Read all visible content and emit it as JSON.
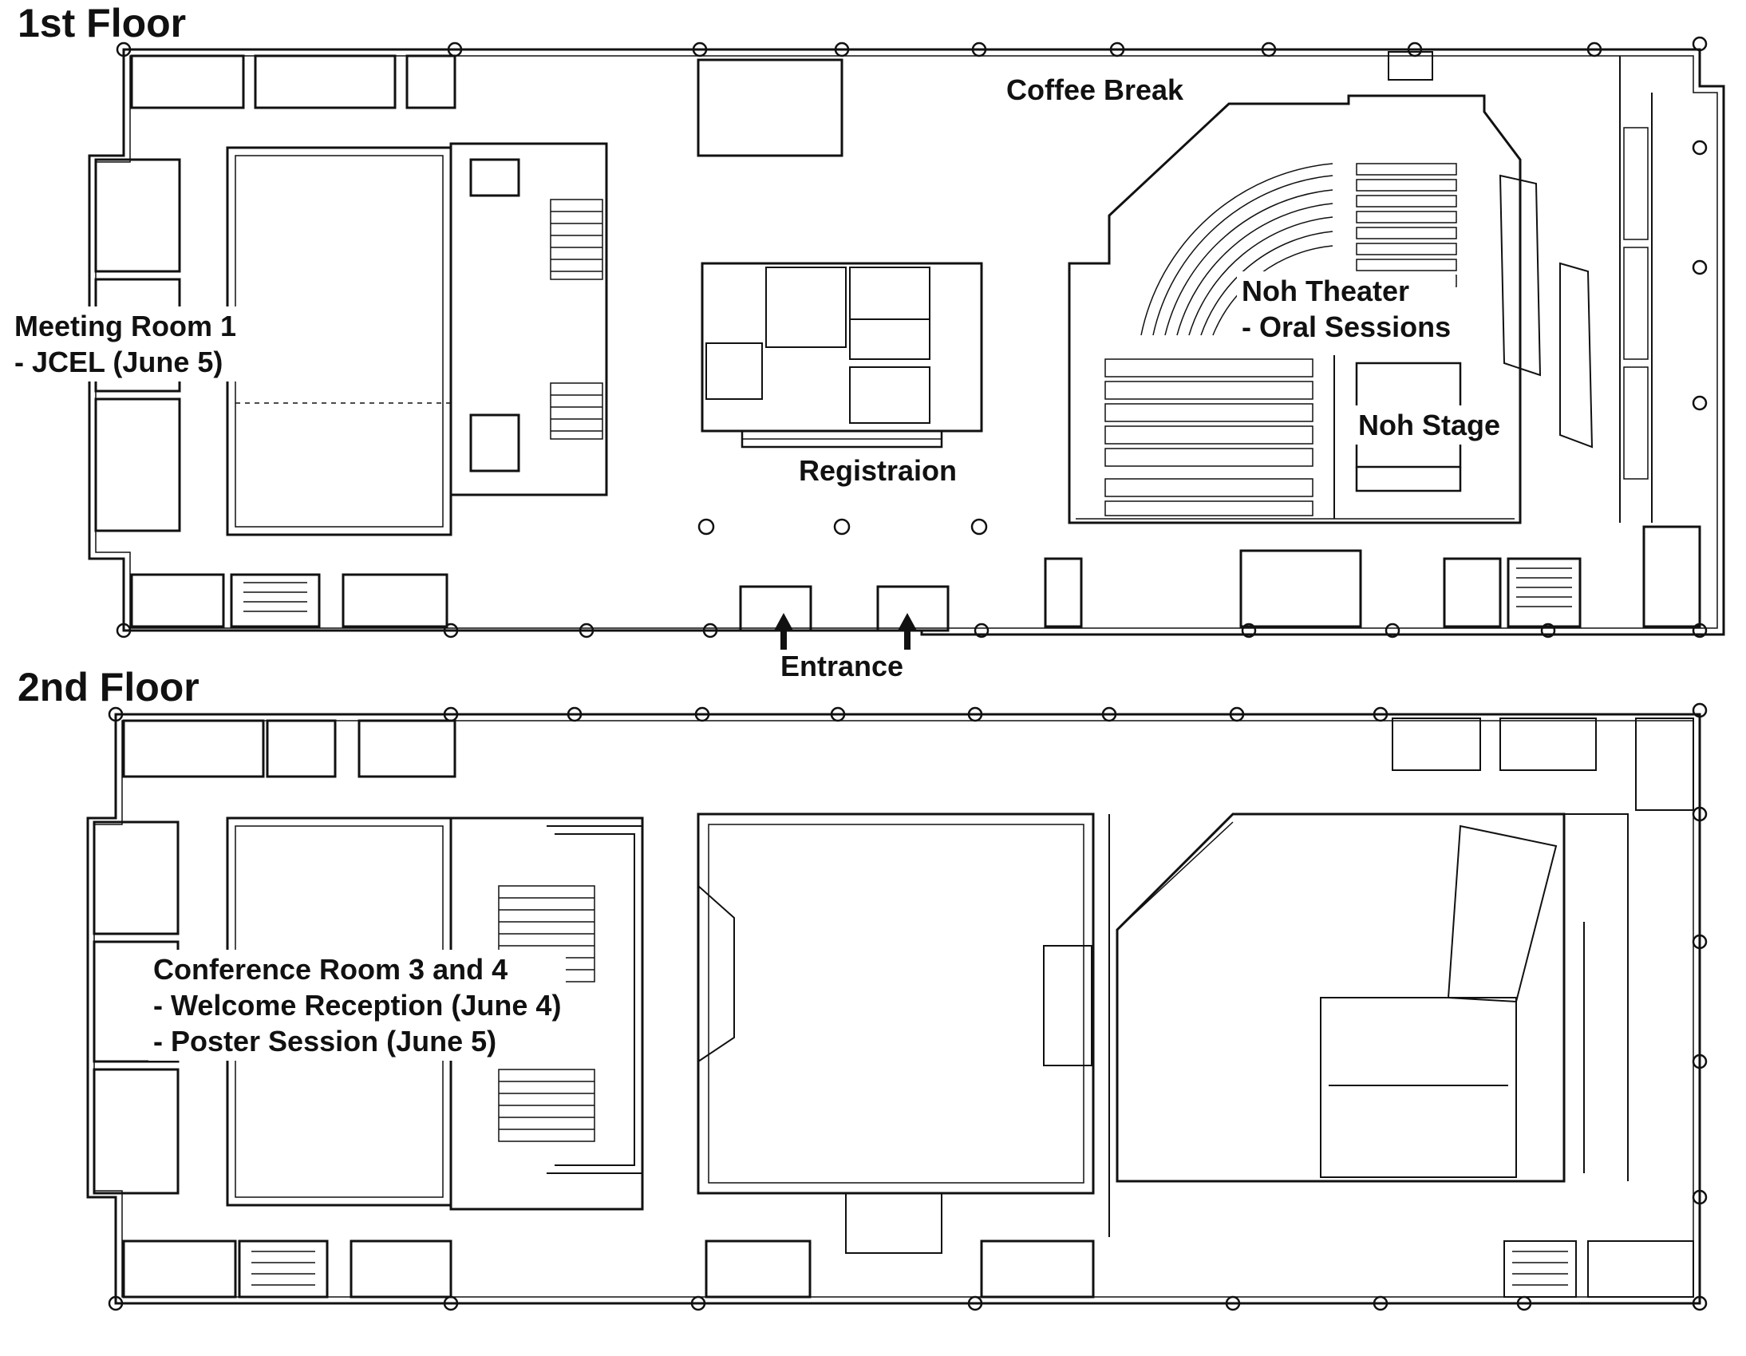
{
  "floors": {
    "first": {
      "title": "1st Floor",
      "rooms": {
        "meeting_room_1": {
          "name": "Meeting Room 1",
          "detail": "- JCEL (June 5)"
        },
        "registration": "Registraion",
        "coffee_break": "Coffee Break",
        "noh_theater": {
          "name": "Noh Theater",
          "detail": "- Oral Sessions"
        },
        "noh_stage": "Noh Stage",
        "entrance": "Entrance"
      }
    },
    "second": {
      "title": "2nd Floor",
      "rooms": {
        "conference_room": {
          "name": "Conference Room 3 and 4",
          "events": [
            "- Welcome Reception (June 4)",
            "- Poster Session (June 5)"
          ]
        }
      }
    }
  },
  "colors": {
    "line": "#111111",
    "background": "#ffffff"
  },
  "icons": {
    "entrance": "up-arrow-icon"
  }
}
